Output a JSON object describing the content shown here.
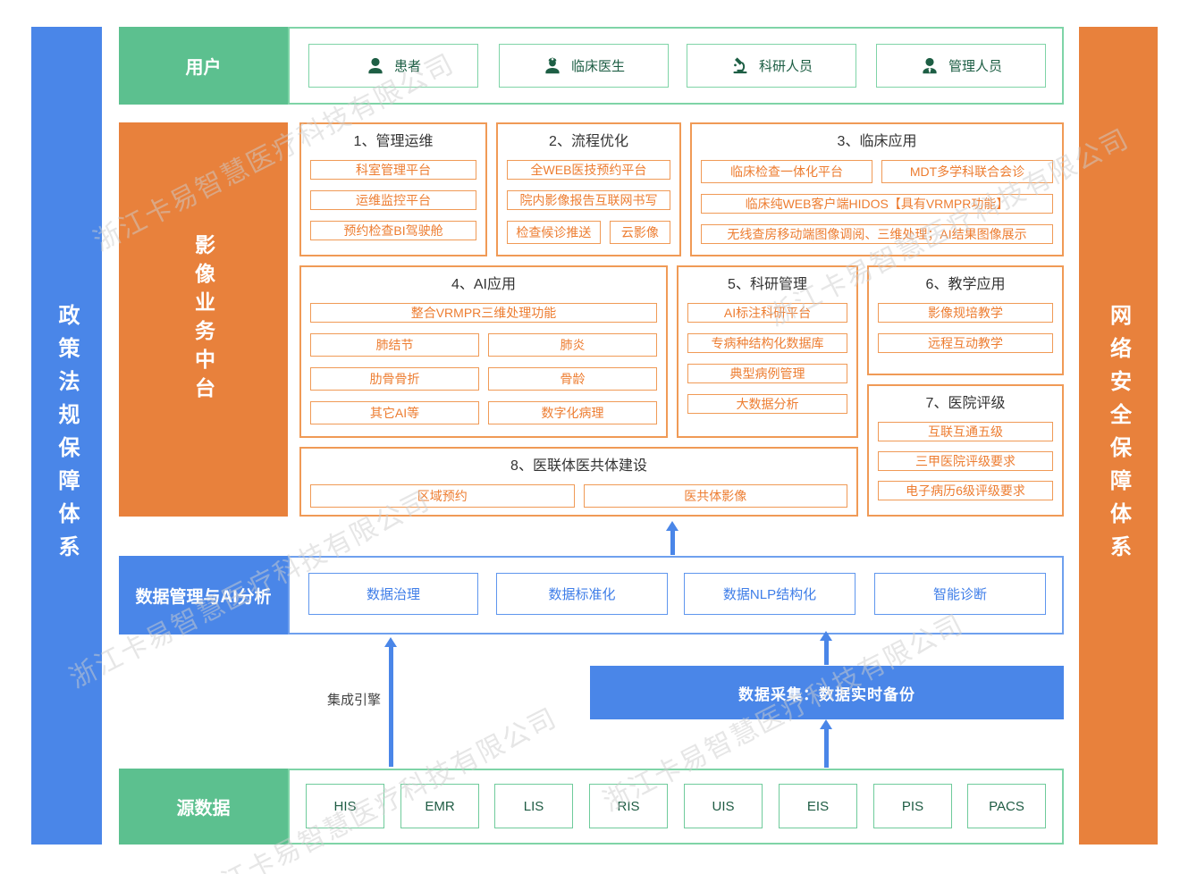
{
  "watermark": "浙江卡易智慧医疗科技有限公司",
  "side_bars": {
    "left": "政策法规保障体系",
    "right": "网络安全保障体系"
  },
  "users": {
    "label": "用户",
    "items": [
      {
        "icon": "patient-icon",
        "label": "患者"
      },
      {
        "icon": "doctor-icon",
        "label": "临床医生"
      },
      {
        "icon": "researcher-icon",
        "label": "科研人员"
      },
      {
        "icon": "manager-icon",
        "label": "管理人员"
      }
    ]
  },
  "platform": {
    "label": "影像业务中台",
    "sections": [
      {
        "title": "1、管理运维",
        "items": [
          "科室管理平台",
          "运维监控平台",
          "预约检查BI驾驶舱"
        ]
      },
      {
        "title": "2、流程优化",
        "items": [
          "全WEB医技预约平台",
          "院内影像报告互联网书写",
          "检查候诊推送",
          "云影像"
        ]
      },
      {
        "title": "3、临床应用",
        "items": [
          "临床检查一体化平台",
          "MDT多学科联合会诊",
          "临床纯WEB客户端HIDOS【具有VRMPR功能】",
          "无线查房移动端图像调阅、三维处理；AI结果图像展示"
        ]
      },
      {
        "title": "4、AI应用",
        "items": [
          "整合VRMPR三维处理功能",
          "肺结节",
          "肺炎",
          "肋骨骨折",
          "骨龄",
          "其它AI等",
          "数字化病理"
        ]
      },
      {
        "title": "5、科研管理",
        "items": [
          "AI标注科研平台",
          "专病种结构化数据库",
          "典型病例管理",
          "大数据分析"
        ]
      },
      {
        "title": "6、教学应用",
        "items": [
          "影像规培教学",
          "远程互动教学"
        ]
      },
      {
        "title": "7、医院评级",
        "items": [
          "互联互通五级",
          "三甲医院评级要求",
          "电子病历6级评级要求"
        ]
      },
      {
        "title": "8、医联体医共体建设",
        "items": [
          "区域预约",
          "医共体影像"
        ]
      }
    ]
  },
  "data_mgmt": {
    "label": "数据管理与AI分析",
    "items": [
      "数据治理",
      "数据标准化",
      "数据NLP结构化",
      "智能诊断"
    ]
  },
  "integration_engine": {
    "label": "集成引擎"
  },
  "data_collection": {
    "label": "数据采集：数据实时备份"
  },
  "source_data": {
    "label": "源数据",
    "items": [
      "HIS",
      "EMR",
      "LIS",
      "RIS",
      "UIS",
      "EIS",
      "PIS",
      "PACS"
    ]
  },
  "colors": {
    "green_fill": "#5cc08f",
    "green_border": "#7fd4a7",
    "green_text": "#1d5e44",
    "orange_fill": "#e8813c",
    "orange_border": "#f09a56",
    "orange_text": "#ed7d31",
    "blue_fill": "#4a86e8",
    "blue_border": "#5f96ee",
    "blue_text": "#3f7ee8",
    "title_text": "#333333",
    "watermark_gray": "#cecece"
  }
}
